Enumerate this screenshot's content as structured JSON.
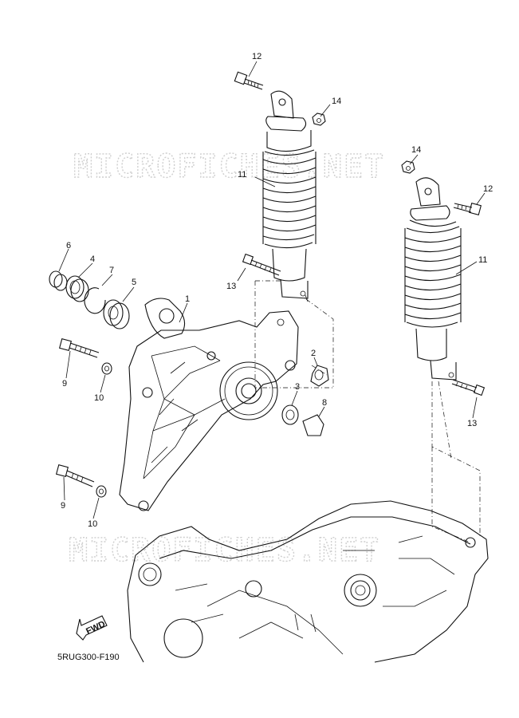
{
  "watermark": {
    "text": "MICROFICHES.NET"
  },
  "diagram": {
    "code": "5RUG300-F190",
    "fwd_label": "FWD",
    "callouts": [
      {
        "id": "c12a",
        "text": "12"
      },
      {
        "id": "c14a",
        "text": "14"
      },
      {
        "id": "c14b",
        "text": "14"
      },
      {
        "id": "c12b",
        "text": "12"
      },
      {
        "id": "c11a",
        "text": "11"
      },
      {
        "id": "c11b",
        "text": "11"
      },
      {
        "id": "c6",
        "text": "6"
      },
      {
        "id": "c4",
        "text": "4"
      },
      {
        "id": "c7",
        "text": "7"
      },
      {
        "id": "c5",
        "text": "5"
      },
      {
        "id": "c1",
        "text": "1"
      },
      {
        "id": "c13a",
        "text": "13"
      },
      {
        "id": "c13b",
        "text": "13"
      },
      {
        "id": "c2",
        "text": "2"
      },
      {
        "id": "c3",
        "text": "3"
      },
      {
        "id": "c8",
        "text": "8"
      },
      {
        "id": "c9a",
        "text": "9"
      },
      {
        "id": "c10a",
        "text": "10"
      },
      {
        "id": "c9b",
        "text": "9"
      },
      {
        "id": "c10b",
        "text": "10"
      }
    ]
  }
}
